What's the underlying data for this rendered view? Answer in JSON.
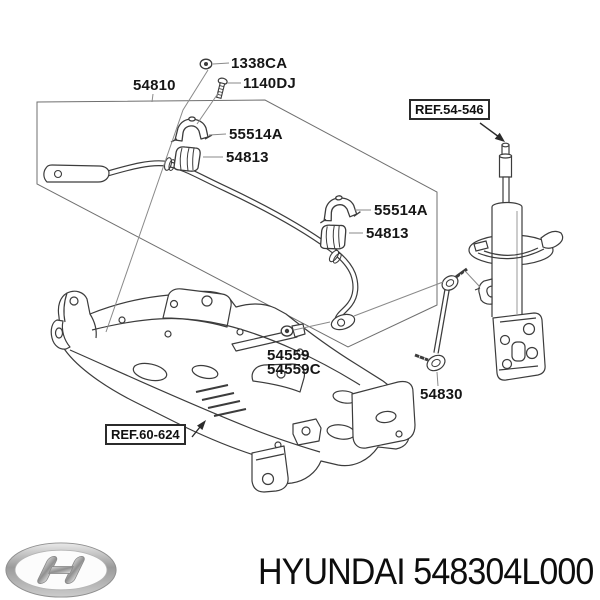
{
  "diagram": {
    "title_part": "Front suspension stabilizer bar exploded diagram",
    "callouts": {
      "nut_1338ca": "1338CA",
      "bolt_1140dj": "1140DJ",
      "stabilizer_bar_54810": "54810",
      "bracket_left_55514a": "55514A",
      "bushing_left_54813": "54813",
      "ref_strut": "REF.54-546",
      "bracket_right_55514a": "55514A",
      "bushing_right_54813": "54813",
      "nut_54559": "54559",
      "nut_54559c": "54559C",
      "link_54830": "54830",
      "ref_crossmember": "REF.60-624"
    }
  },
  "footer": {
    "brand": "HYUNDAI",
    "part_number": "548304L000",
    "logo": "hyundai-logo"
  },
  "colors": {
    "line": "#3c3c3c",
    "leader": "#8a8a8a",
    "label": "#161616",
    "background": "#ffffff",
    "logo_silver": "#9a9a9a"
  }
}
